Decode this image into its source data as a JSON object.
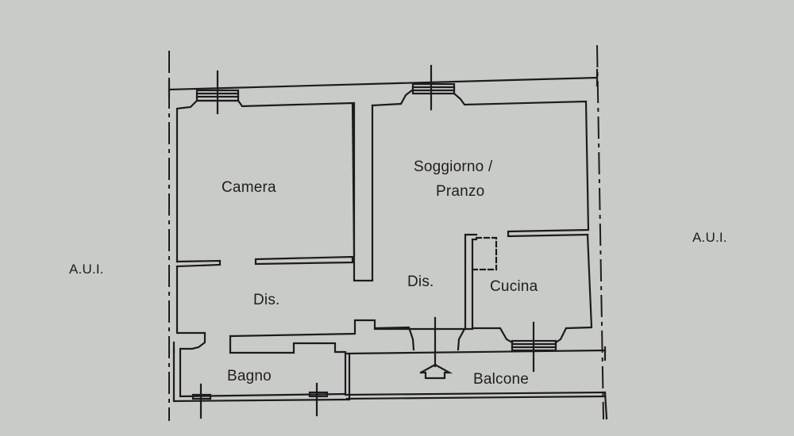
{
  "plan": {
    "title": "Floor plan",
    "paper_color": "#c9cbc8",
    "line_color": "#1c1c1c"
  },
  "rooms": {
    "camera": "Camera",
    "soggiorno_line1": "Soggiorno /",
    "soggiorno_line2": "Pranzo",
    "dis_left": "Dis.",
    "dis_right": "Dis.",
    "cucina": "Cucina",
    "bagno": "Bagno",
    "balcone": "Balcone"
  },
  "neighbors": {
    "left": "A.U.I.",
    "right": "A.U.I."
  },
  "icons": {
    "windows": [
      "window-camera",
      "window-soggiorno",
      "window-cucina",
      "window-bagno-left",
      "window-bagno-right"
    ],
    "entrance": "entrance-arrow-icon"
  }
}
